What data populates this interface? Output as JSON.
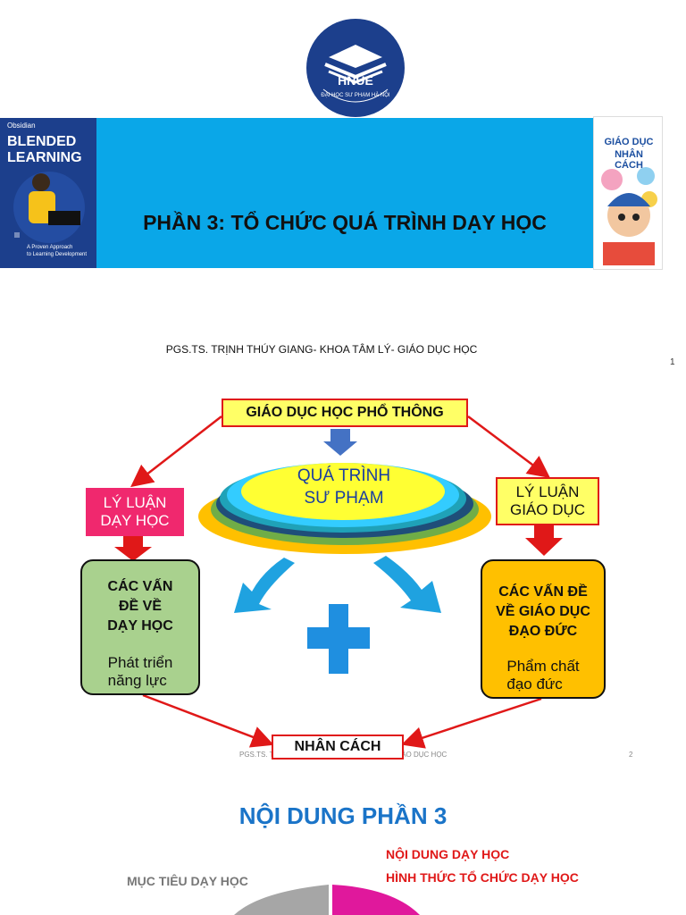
{
  "slide1": {
    "logo_text": "HNUE",
    "logo_ring_text": "ĐẠI HỌC SƯ PHẠM HÀ NỘI",
    "title": "PHẦN 3: TỔ CHỨC QUÁ TRÌNH DẠY HỌC",
    "book_left": {
      "brand": "Obsidian",
      "title_line1": "BLENDED",
      "title_line2": "LEARNING",
      "subtitle_line1": "A Proven Approach",
      "subtitle_line2": "to Learning Development"
    },
    "book_right": {
      "title_line1": "GIÁO DỤC",
      "title_line2": "NHÂN CÁCH"
    },
    "author": "PGS.TS. TRỊNH THÚY GIANG- KHOA TÂM LÝ- GIÁO DỤC HỌC",
    "page_number": "1"
  },
  "slide2": {
    "top_label": "GIÁO DỤC HỌC PHỔ THÔNG",
    "center_line1": "QUÁ TRÌNH",
    "center_line2": "SƯ PHẠM",
    "left_label_line1": "LÝ LUẬN",
    "left_label_line2": "DẠY HỌC",
    "right_label_line1": "LÝ LUẬN",
    "right_label_line2": "GIÁO DỤC",
    "left_box_line1": "CÁC VẤN",
    "left_box_line2": "ĐỀ VỀ",
    "left_box_line3": "DẠY HỌC",
    "left_box_sub1": "Phát triển",
    "left_box_sub2": "năng lực",
    "right_box_line1": "CÁC VẤN ĐỀ",
    "right_box_line2": "VỀ GIÁO DỤC",
    "right_box_line3": "ĐẠO ĐỨC",
    "right_box_sub1": "Phẩm chất",
    "right_box_sub2": "đạo đức",
    "bottom_label": "NHÂN CÁCH",
    "footer": "PGS.TS. TRỊNH THÚY GIANG- KHOA TÂM LÝ- GIÁO DỤC HỌC",
    "page_number": "2"
  },
  "slide3": {
    "title": "NỘI DUNG PHẦN 3",
    "item_content": "NỘI DUNG DẠY HỌC",
    "item_form": "HÌNH THỨC TỔ CHỨC DẠY HỌC",
    "item_goal": "MỤC TIÊU DẠY HỌC"
  },
  "colors": {
    "banner": "#0aa7e8",
    "logo": "#1c3f8c",
    "red": "#e01818",
    "green_box": "#a9d18e",
    "orange_box": "#ffc000",
    "title_blue": "#1a74c8"
  }
}
